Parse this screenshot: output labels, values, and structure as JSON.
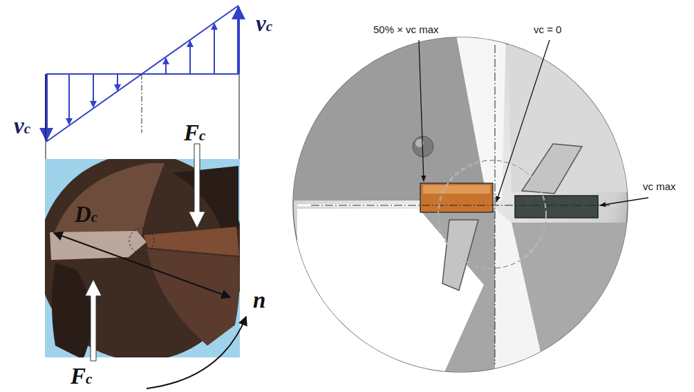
{
  "diagram": {
    "labels": [
      "vc",
      "vc",
      "Fc",
      "Dc",
      "Fc",
      "n",
      "50% × vc max",
      "vc = 0",
      "vc max"
    ]
  }
}
